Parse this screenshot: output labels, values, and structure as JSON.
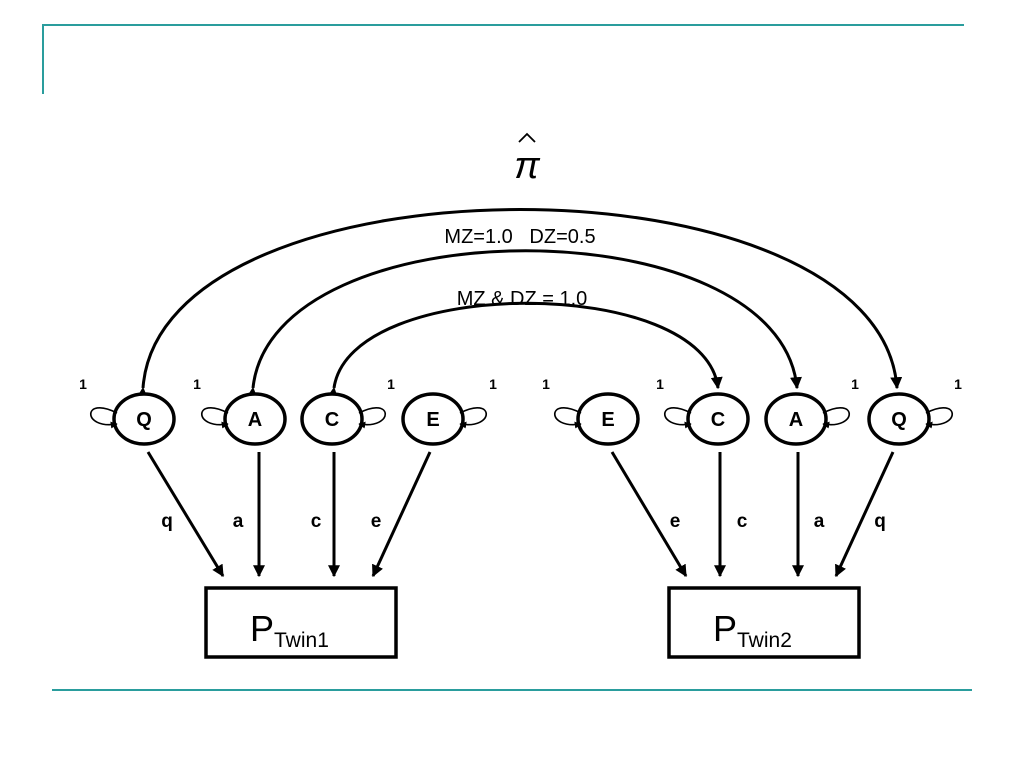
{
  "estimate_symbol": "π",
  "correlations": {
    "a_label": "MZ=1.0   DZ=0.5",
    "c_label": "MZ & DZ = 1.0"
  },
  "twin1": {
    "factors": [
      "Q",
      "A",
      "C",
      "E"
    ],
    "paths": [
      "q",
      "a",
      "c",
      "e"
    ],
    "variances": [
      "1",
      "1",
      "1",
      "1"
    ],
    "phenotype_main": "P",
    "phenotype_sub": "Twin1"
  },
  "twin2": {
    "factors": [
      "E",
      "C",
      "A",
      "Q"
    ],
    "paths": [
      "e",
      "c",
      "a",
      "q"
    ],
    "variances": [
      "1",
      "1",
      "1",
      "1"
    ],
    "phenotype_main": "P",
    "phenotype_sub": "Twin2"
  },
  "colors": {
    "frame": "#2a9d9d",
    "ink": "#000000"
  }
}
